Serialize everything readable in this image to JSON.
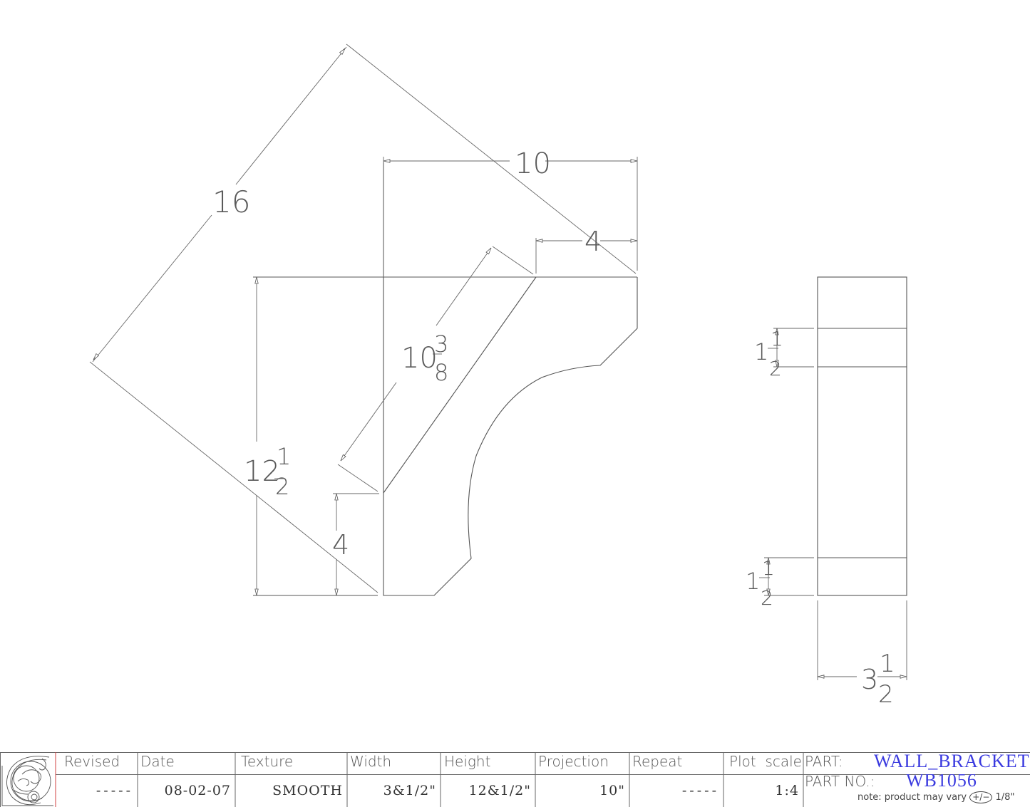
{
  "drawing": {
    "type": "cad-shop-drawing",
    "side_view": {
      "dimensions": {
        "diagonal_length": "16",
        "projection": "10",
        "top_flat": "4",
        "diagonal_inner": {
          "whole": "10",
          "num": "3",
          "den": "8"
        },
        "height": {
          "whole": "12",
          "num": "1",
          "den": "2"
        },
        "bottom_flat": "4"
      }
    },
    "front_view": {
      "dimensions": {
        "top_band": {
          "whole": "1",
          "num": "1",
          "den": "2"
        },
        "bottom_band": {
          "whole": "1",
          "num": "1",
          "den": "2"
        },
        "width": {
          "whole": "3",
          "num": "1",
          "den": "2"
        }
      }
    }
  },
  "title_block": {
    "logo": "ornamental-scroll-logo",
    "headers": {
      "revised": "Revised",
      "date": "Date",
      "texture": "Texture",
      "width": "Width",
      "height": "Height",
      "projection": "Projection",
      "repeat": "Repeat",
      "plot_scale": "Plot  scale"
    },
    "values": {
      "revised": "-----",
      "date": "08-02-07",
      "texture": "SMOOTH",
      "width": "3&1/2\"",
      "height": "12&1/2\"",
      "projection": "10\"",
      "repeat": "-----",
      "plot_scale": "1:4"
    },
    "part_label": "PART:",
    "part_value": "WALL_BRACKET",
    "part_no_label": "PART NO.:",
    "part_no_value": "WB1056",
    "note_prefix": "note: product may vary",
    "note_tolerance_symbol": "+/−",
    "note_suffix": "1/8\"",
    "colors": {
      "part_text": "#3a3adf",
      "logo_border": "#d04040",
      "lines": "#555555"
    }
  }
}
